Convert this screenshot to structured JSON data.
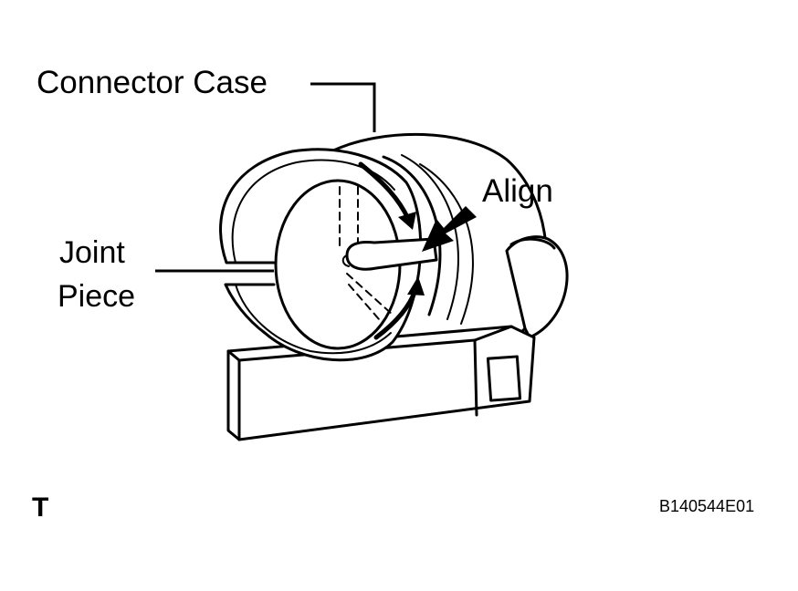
{
  "labels": {
    "connector_case": "Connector Case",
    "align": "Align",
    "joint_line1": "Joint",
    "joint_line2": "Piece"
  },
  "corner_mark": "T",
  "figure_code": "B140544E01",
  "colors": {
    "ink": "#000000",
    "paper": "#ffffff"
  }
}
